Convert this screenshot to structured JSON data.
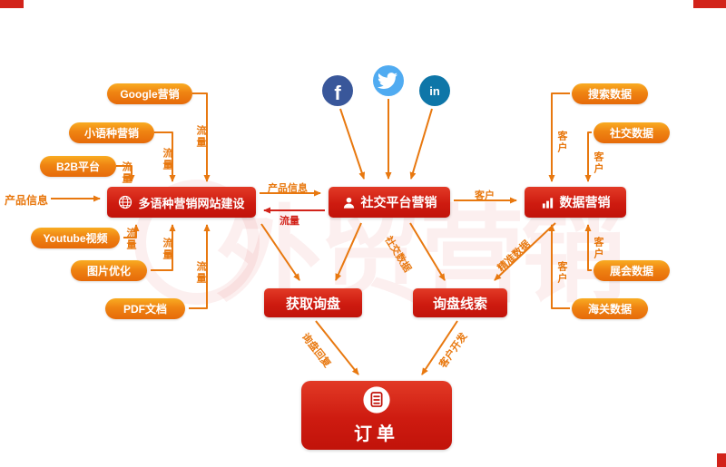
{
  "watermark": {
    "text": "外贸营销"
  },
  "left_pills": [
    "Google营销",
    "小语种营销",
    "B2B平台",
    "Youtube视频",
    "图片优化",
    "PDF文档"
  ],
  "right_pills": [
    "搜索数据",
    "社交数据",
    "展会数据",
    "海关数据"
  ],
  "nodes": {
    "website": "多语种营销网站建设",
    "social": "社交平台营销",
    "data": "数据营销",
    "inquiry": "获取询盘",
    "leads": "询盘线索",
    "order": "订单"
  },
  "edge_labels": {
    "traffic": "流量",
    "product_info": "产品信息",
    "customers": "客户",
    "social_data": "社交数据",
    "precise_data": "精准数据",
    "inquiry_reply": "询盘回复",
    "customer_development": "客户开发"
  },
  "social_icons": {
    "facebook_letter": "f",
    "linkedin_letter": "in"
  },
  "colors": {
    "accent_orange": "#E8780F",
    "brand_red": "#D2231A",
    "facebook_blue": "#39579A",
    "twitter_blue": "#50ABF1",
    "linkedin_teal": "#0E76A8"
  }
}
